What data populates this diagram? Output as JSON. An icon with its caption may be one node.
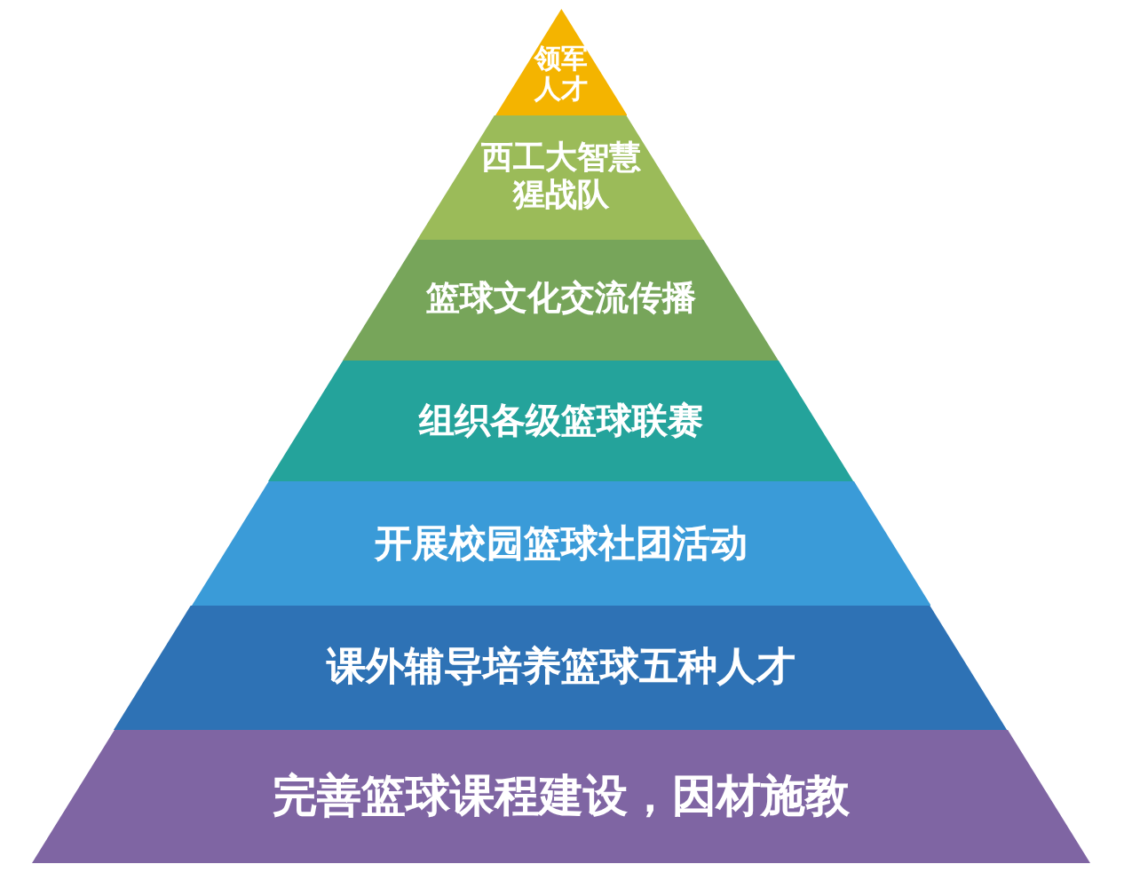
{
  "diagram": {
    "nodes": [
      {
        "text": [
          "领军人才"
        ]
      },
      {
        "text": [
          "西工大智慧猩战队"
        ]
      },
      {
        "text": [
          "篮球文化交流传播"
        ]
      },
      {
        "text": [
          "组织各级篮球联赛"
        ]
      },
      {
        "text": [
          "开展校园篮球社团活动"
        ]
      },
      {
        "text": [
          "课外辅导培养篮球五种人才"
        ]
      },
      {
        "text": [
          "完善篮球课程建设，因材施教"
        ]
      }
    ]
  }
}
